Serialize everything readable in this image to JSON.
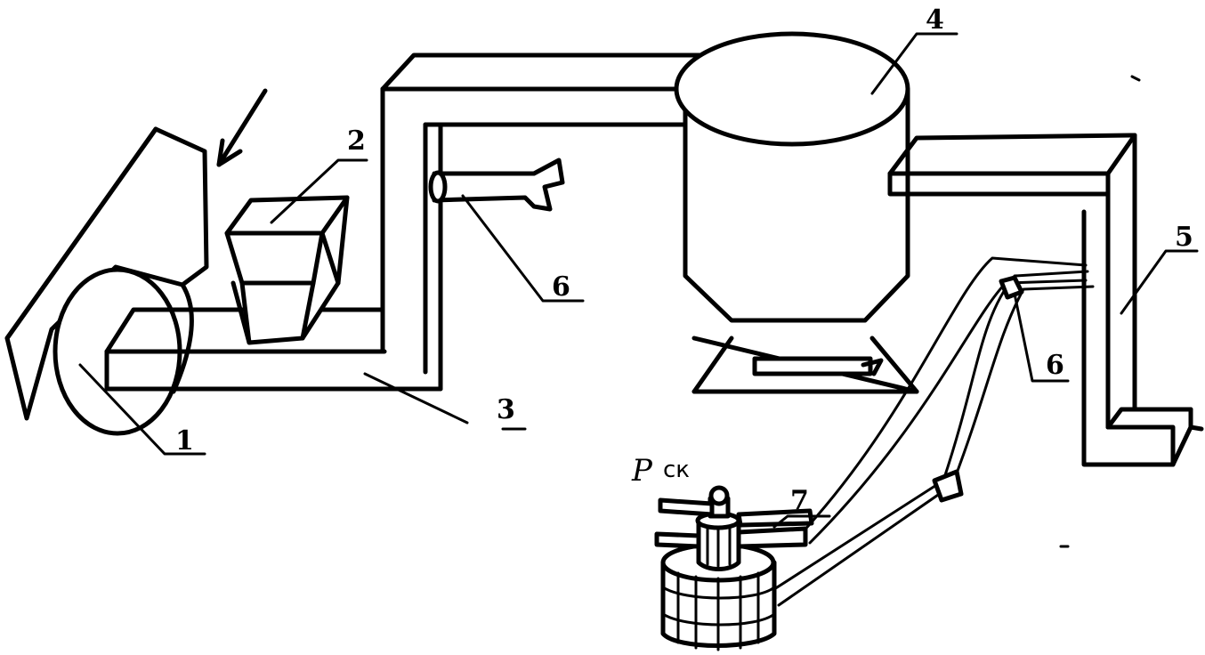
{
  "labels": {
    "fan": "1",
    "feeder": "2",
    "lower_duct": "3",
    "cyclone": "4",
    "outlet_duct": "5",
    "probe_upper": "6",
    "probe_right": "6",
    "meter": "7",
    "pressure_symbol": "P",
    "pressure_subscript": "ск"
  }
}
